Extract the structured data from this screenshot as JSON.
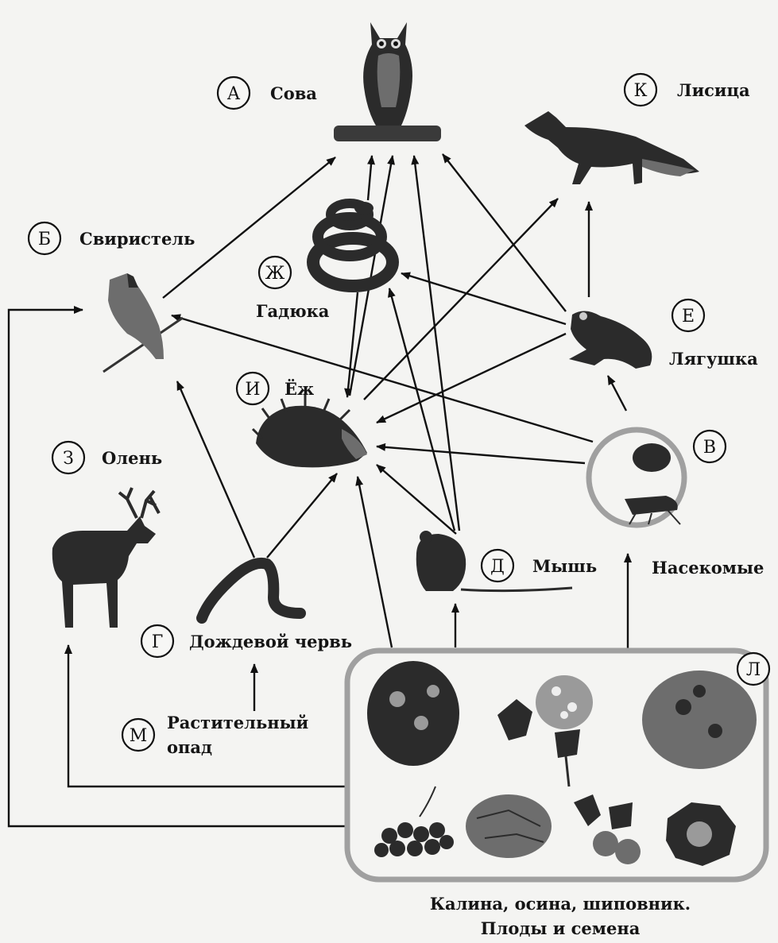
{
  "nodes": {
    "owl": {
      "letter": "А",
      "name": "Сова"
    },
    "waxwing": {
      "letter": "Б",
      "name": "Свиристель"
    },
    "insects": {
      "letter": "В",
      "name": "Насекомые"
    },
    "worm": {
      "letter": "Г",
      "name": "Дождевой червь"
    },
    "mouse": {
      "letter": "Д",
      "name": "Мышь"
    },
    "frog": {
      "letter": "Е",
      "name": "Лягушка"
    },
    "viper": {
      "letter": "Ж",
      "name": "Гадюка"
    },
    "deer": {
      "letter": "З",
      "name": "Олень"
    },
    "hedgehog": {
      "letter": "И",
      "name": "Ёж"
    },
    "fox": {
      "letter": "К",
      "name": "Лисица"
    },
    "plants": {
      "letter": "Л",
      "name_line1": "Калина, осина, шиповник.",
      "name_line2": "Плоды и семена"
    },
    "litter": {
      "letter": "М",
      "name_line1": "Растительный",
      "name_line2": "опад"
    }
  },
  "links": [
    {
      "from": "waxwing",
      "to": "owl"
    },
    {
      "from": "viper",
      "to": "owl"
    },
    {
      "from": "hedgehog",
      "to": "owl"
    },
    {
      "from": "mouse",
      "to": "owl"
    },
    {
      "from": "frog",
      "to": "owl"
    },
    {
      "from": "frog",
      "to": "fox"
    },
    {
      "from": "hedgehog",
      "to": "fox"
    },
    {
      "from": "frog",
      "to": "viper"
    },
    {
      "from": "mouse",
      "to": "viper"
    },
    {
      "from": "viper",
      "to": "hedgehog"
    },
    {
      "from": "frog",
      "to": "hedgehog"
    },
    {
      "from": "insects",
      "to": "hedgehog"
    },
    {
      "from": "mouse",
      "to": "hedgehog"
    },
    {
      "from": "worm",
      "to": "hedgehog"
    },
    {
      "from": "plants",
      "to": "hedgehog"
    },
    {
      "from": "insects",
      "to": "waxwing"
    },
    {
      "from": "worm",
      "to": "waxwing"
    },
    {
      "from": "insects",
      "to": "frog"
    },
    {
      "from": "plants",
      "to": "mouse"
    },
    {
      "from": "plants",
      "to": "insects"
    },
    {
      "from": "plants",
      "to": "deer"
    },
    {
      "from": "plants",
      "to": "waxwing"
    },
    {
      "from": "litter",
      "to": "worm"
    }
  ]
}
